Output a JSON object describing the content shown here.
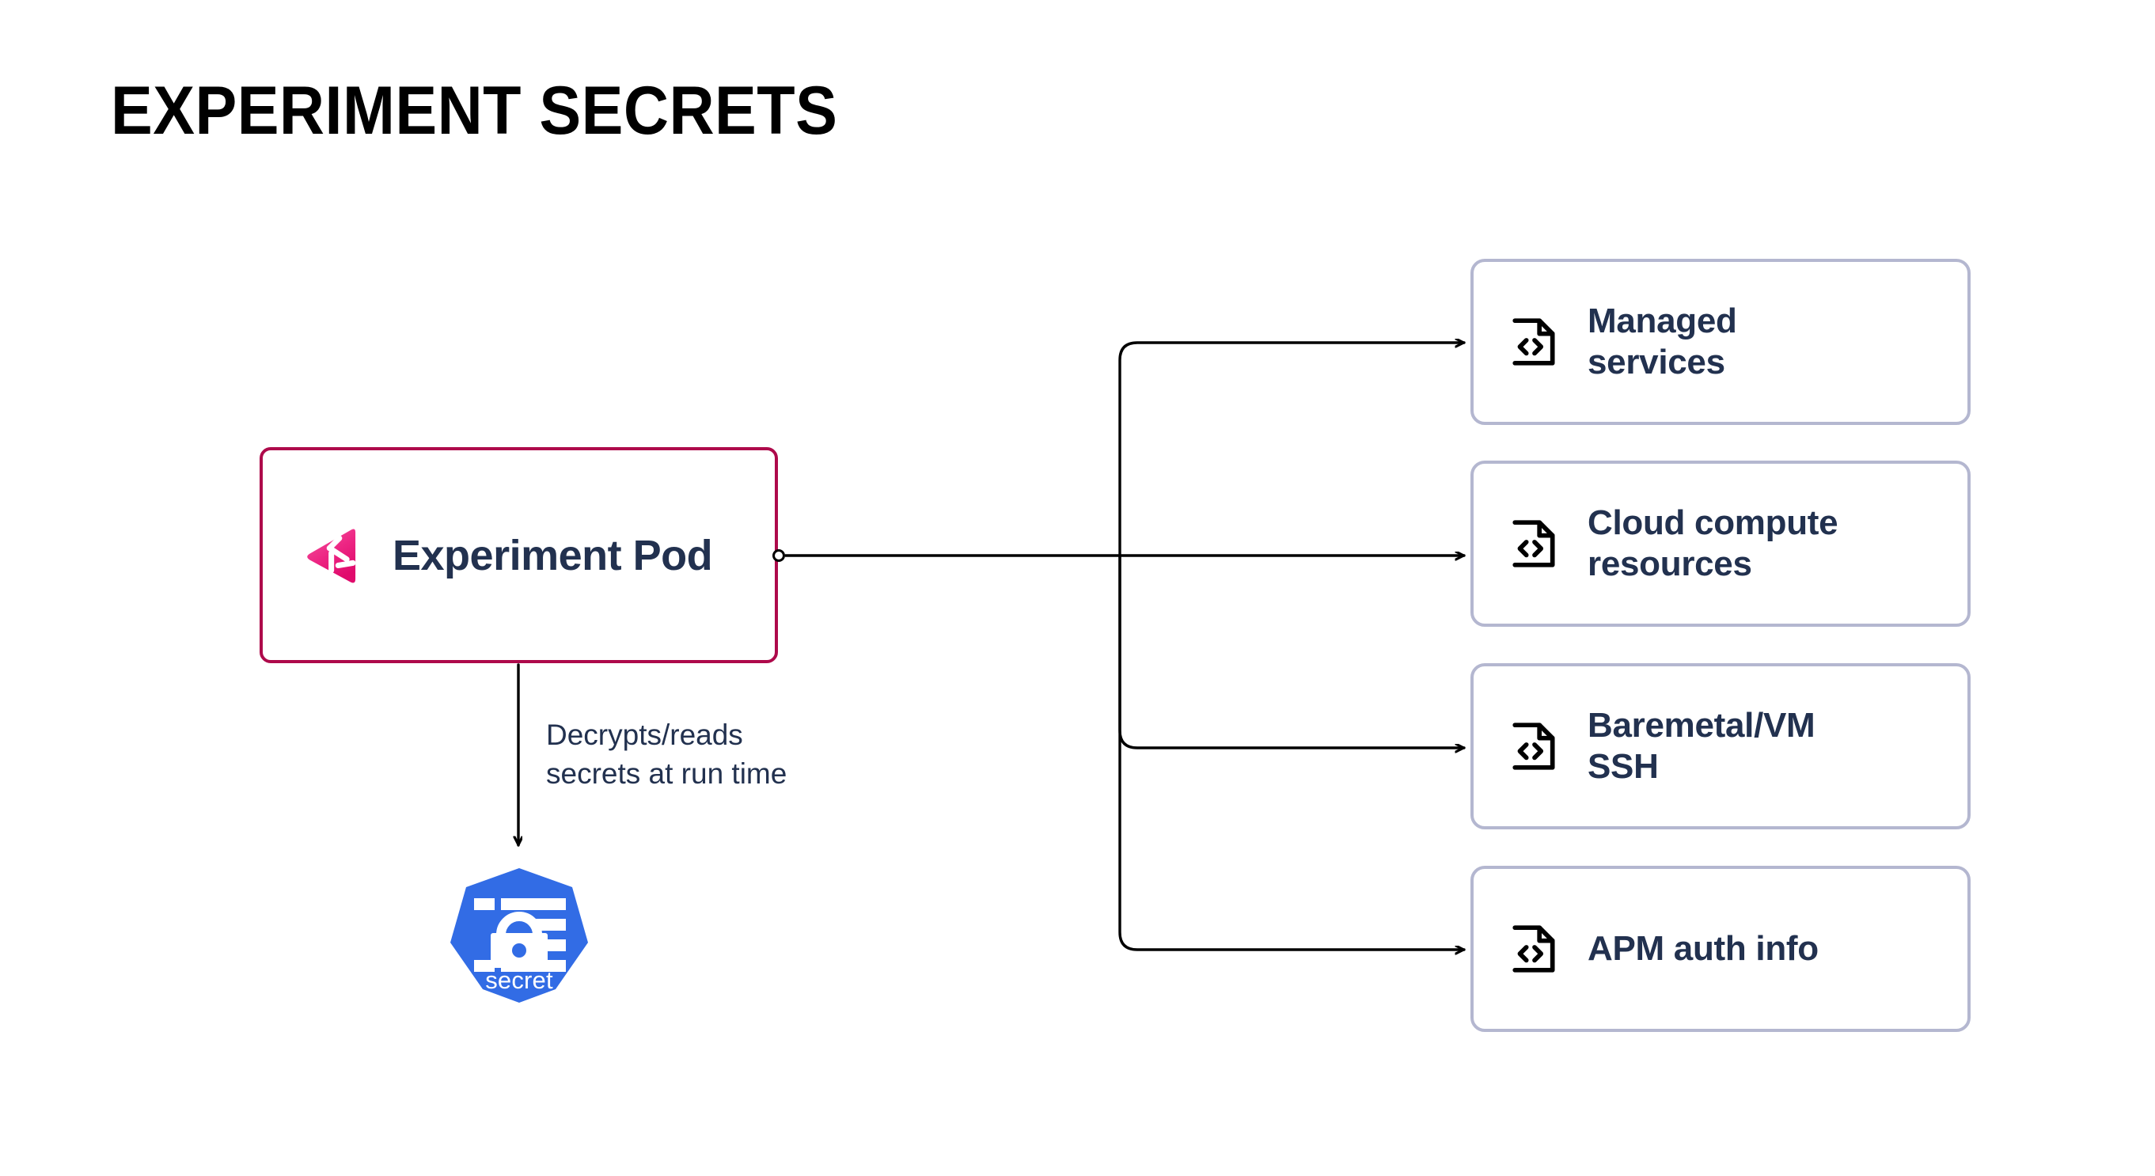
{
  "page": {
    "title": "EXPERIMENT SECRETS",
    "background_color": "#ffffff"
  },
  "colors": {
    "pod_border": "#AE0A4B",
    "pod_logo_pink_light": "#F2509B",
    "pod_logo_pink_dark": "#E1046E",
    "card_border": "#B4B7D0",
    "text_navy": "#22314F",
    "kubernetes_blue": "#326CE5",
    "connector_stroke": "#000000"
  },
  "source_node": {
    "label": "Experiment Pod",
    "logo_icon": "gremlin-logo-icon",
    "port_icon": "connection-port-icon"
  },
  "edge_label": {
    "line1": "Decrypts/reads",
    "line2": "secrets at run time"
  },
  "secret_node": {
    "caption": "secret",
    "icon": "kubernetes-secret-icon"
  },
  "target_cards": [
    {
      "id": "managed-services",
      "label_line1": "Managed",
      "label_line2": "services",
      "icon": "code-file-icon"
    },
    {
      "id": "cloud-compute-resources",
      "label_line1": "Cloud compute",
      "label_line2": "resources",
      "icon": "code-file-icon"
    },
    {
      "id": "baremetal-vm-ssh",
      "label_line1": "Baremetal/VM",
      "label_line2": "SSH",
      "icon": "code-file-icon"
    },
    {
      "id": "apm-auth-info",
      "label_line1": "APM auth info",
      "label_line2": "",
      "icon": "code-file-icon"
    }
  ]
}
